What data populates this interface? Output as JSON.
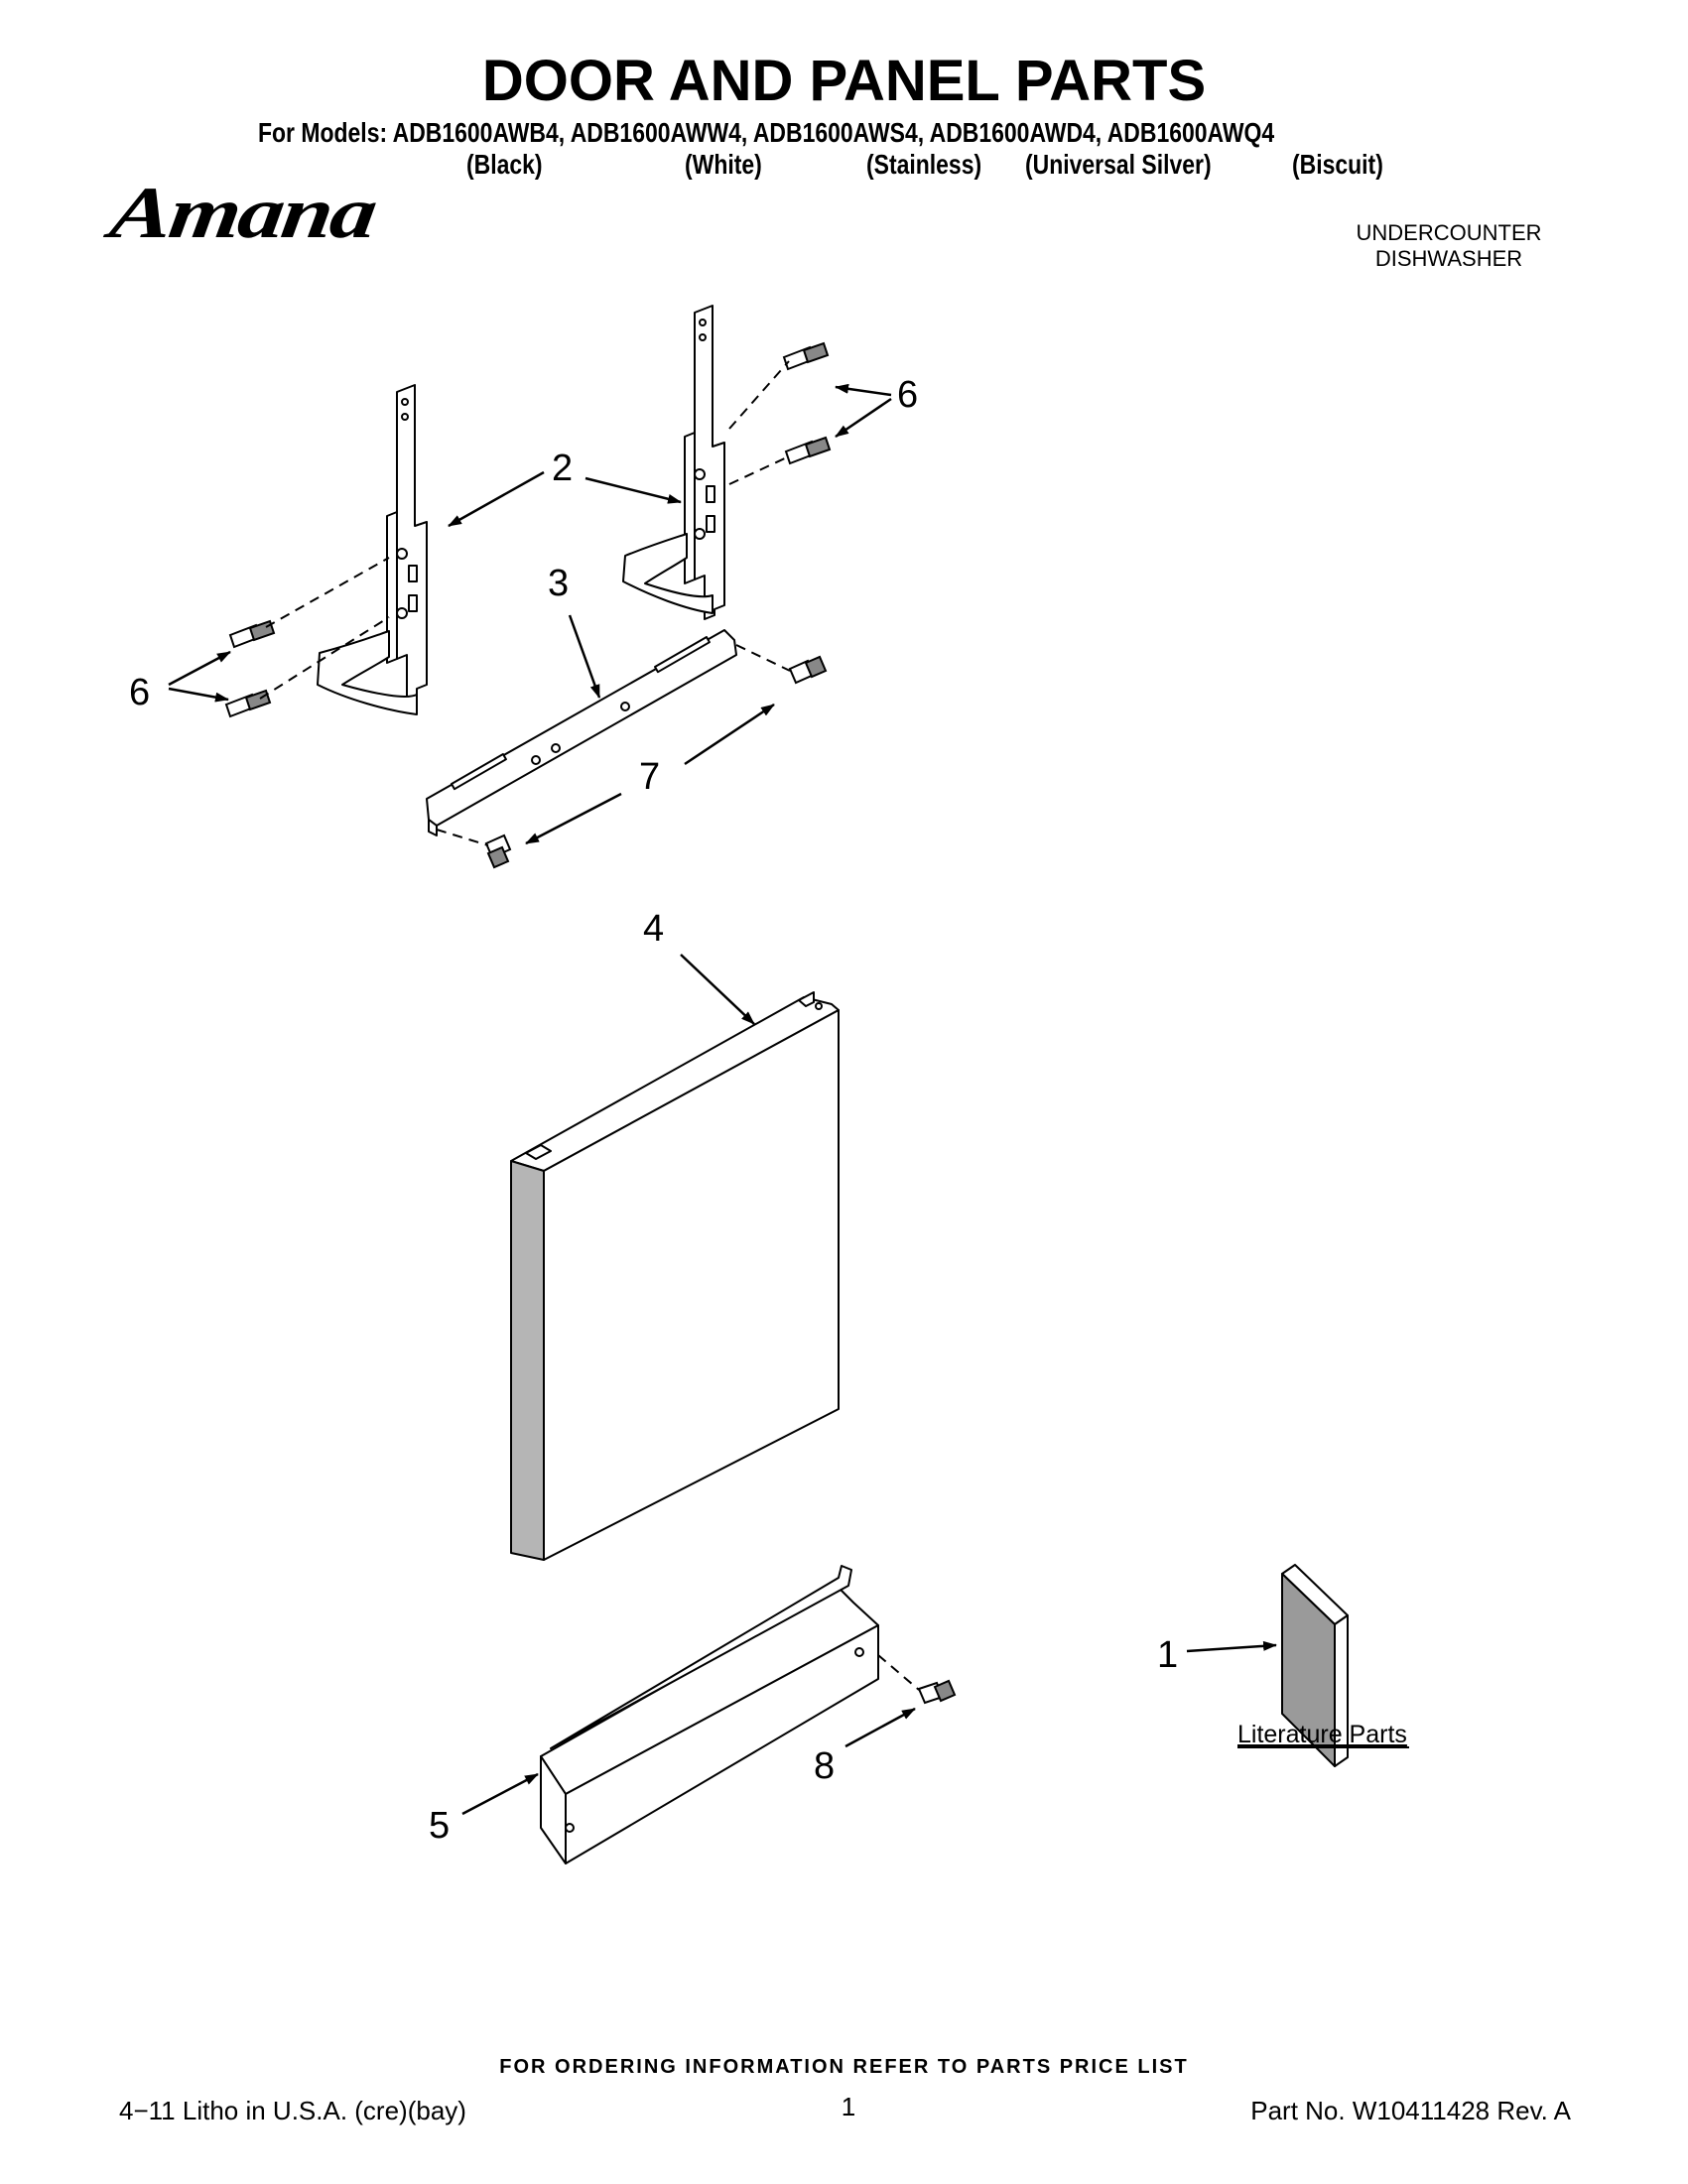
{
  "header": {
    "title": "DOOR AND PANEL PARTS",
    "models_line": "For Models: ADB1600AWB4, ADB1600AWW4, ADB1600AWS4, ADB1600AWD4, ADB1600AWQ4",
    "model_colors": [
      "(Black)",
      "(White)",
      "(Stainless)",
      "(Universal Silver)",
      "(Biscuit)"
    ],
    "brand": "Amana",
    "appliance_type_line1": "UNDERCOUNTER",
    "appliance_type_line2": "DISHWASHER"
  },
  "diagram": {
    "callouts": {
      "c1": "1",
      "c2": "2",
      "c3": "3",
      "c4": "4",
      "c5": "5",
      "c6_left": "6",
      "c6_right": "6",
      "c7": "7",
      "c8": "8"
    },
    "literature_label": "Literature Parts"
  },
  "footer": {
    "ordering_note": "FOR ORDERING INFORMATION REFER TO PARTS PRICE LIST",
    "litho": "4−11 Litho in U.S.A. (cre)(bay)",
    "page_number": "1",
    "part_number": "Part No. W10411428 Rev. A"
  },
  "colors": {
    "line": "#000000",
    "paper": "#ffffff",
    "shade": "#9a9a9a"
  }
}
